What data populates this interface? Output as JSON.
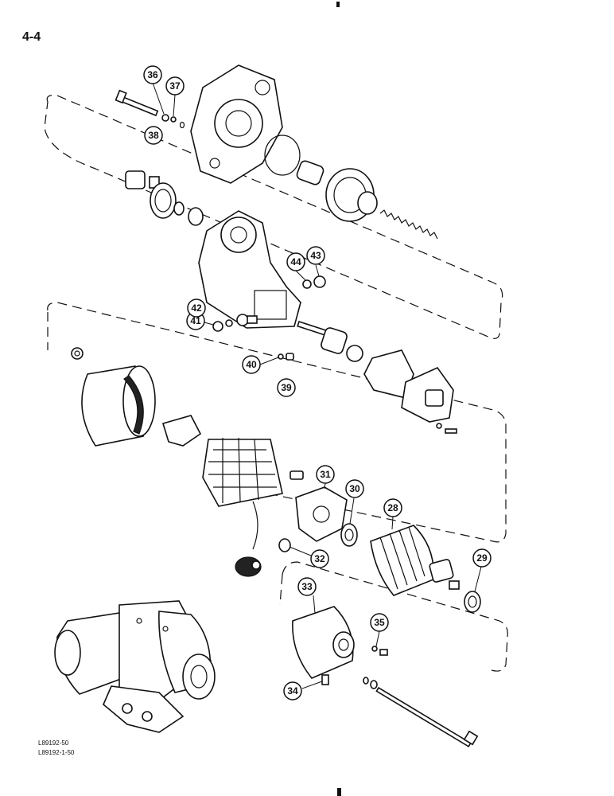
{
  "page": {
    "number": "4-4"
  },
  "references": [
    "L89192-50",
    "L89192-1-50"
  ],
  "callouts": [
    "36",
    "37",
    "38",
    "44",
    "43",
    "41",
    "42",
    "40",
    "39",
    "31",
    "30",
    "28",
    "32",
    "29",
    "33",
    "35",
    "34"
  ]
}
